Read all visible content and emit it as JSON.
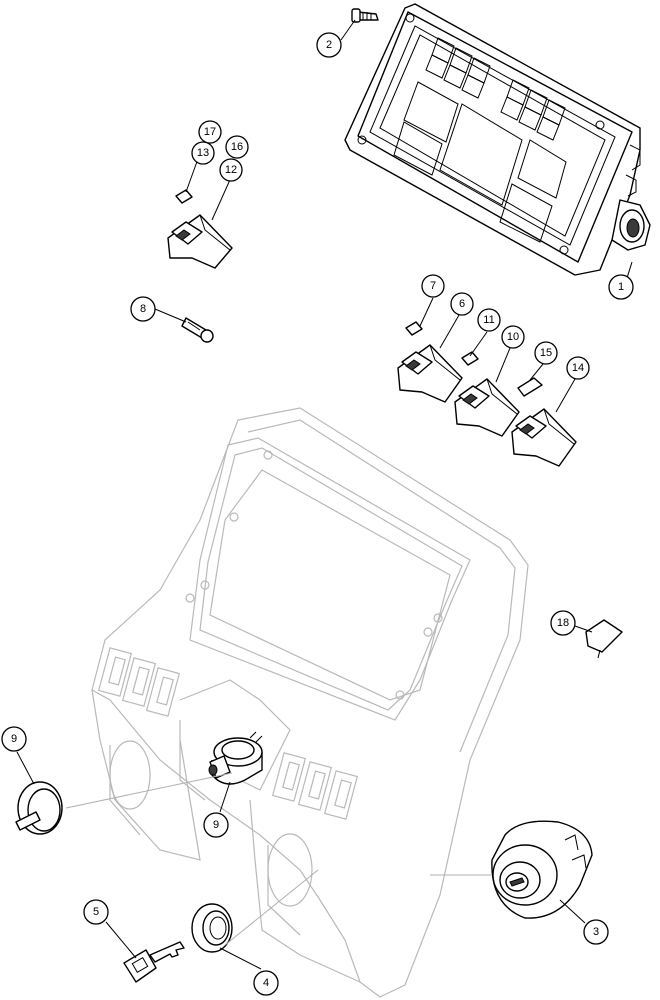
{
  "callouts": [
    {
      "id": "c1",
      "label": "1"
    },
    {
      "id": "c2",
      "label": "2"
    },
    {
      "id": "c3",
      "label": "3"
    },
    {
      "id": "c4",
      "label": "4"
    },
    {
      "id": "c5",
      "label": "5"
    },
    {
      "id": "c6",
      "label": "6"
    },
    {
      "id": "c7",
      "label": "7"
    },
    {
      "id": "c8",
      "label": "8"
    },
    {
      "id": "c9a",
      "label": "9"
    },
    {
      "id": "c9b",
      "label": "9"
    },
    {
      "id": "c10",
      "label": "10"
    },
    {
      "id": "c11",
      "label": "11"
    },
    {
      "id": "c12",
      "label": "12"
    },
    {
      "id": "c13",
      "label": "13"
    },
    {
      "id": "c14",
      "label": "14"
    },
    {
      "id": "c15",
      "label": "15"
    },
    {
      "id": "c16",
      "label": "16"
    },
    {
      "id": "c17",
      "label": "17"
    },
    {
      "id": "c18",
      "label": "18"
    }
  ]
}
